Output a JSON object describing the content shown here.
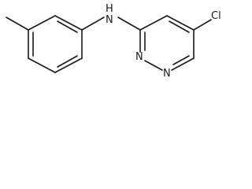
{
  "molecule": {
    "atoms": [
      {
        "id": "n_amine",
        "label": "N",
        "h": "H"
      },
      {
        "id": "n_ring_left",
        "label": "N"
      },
      {
        "id": "n_ring_bottom",
        "label": "N"
      },
      {
        "id": "cl",
        "label": "Cl"
      }
    ]
  }
}
